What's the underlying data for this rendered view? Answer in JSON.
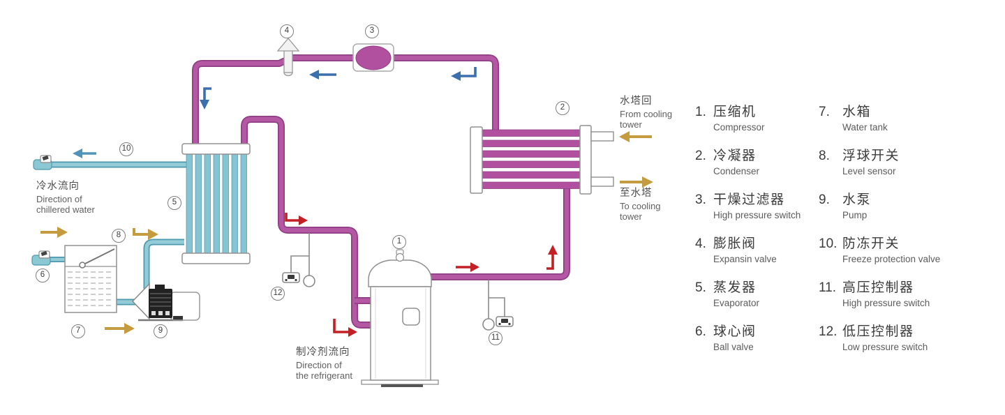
{
  "colors": {
    "pipe_hot": "#b0509e",
    "pipe_hot_edge": "#8f3e85",
    "pipe_cold": "#93cbd7",
    "pipe_cold_edge": "#4d99ae",
    "arrow_blue": "#3c6fae",
    "arrow_red": "#c32026",
    "arrow_tan": "#c49b3f",
    "outline_gray": "#909090"
  },
  "badges": [
    "1",
    "2",
    "3",
    "4",
    "5",
    "6",
    "7",
    "8",
    "9",
    "10",
    "11",
    "12"
  ],
  "flow_labels": {
    "chilled_water": {
      "zh": "冷水流向",
      "line1": "Direction of",
      "line2": "chillered water"
    },
    "refrigerant": {
      "zh": "制冷剂流向",
      "line1": "Direction of",
      "line2": "the refrigerant"
    },
    "from_tower": {
      "zh": "水塔回",
      "line1": "From cooling",
      "line2": "tower"
    },
    "to_tower": {
      "zh": "至水塔",
      "line1": "To cooling",
      "line2": "tower"
    }
  },
  "legend": {
    "column1": [
      {
        "num": "1.",
        "zh": "压缩机",
        "en": "Compressor"
      },
      {
        "num": "2.",
        "zh": "冷凝器",
        "en": "Condenser"
      },
      {
        "num": "3.",
        "zh": "干燥过滤器",
        "en": "High pressure switch"
      },
      {
        "num": "4.",
        "zh": "膨胀阀",
        "en": "Expansin valve"
      },
      {
        "num": "5.",
        "zh": "蒸发器",
        "en": "Evaporator"
      },
      {
        "num": "6.",
        "zh": "球心阀",
        "en": "Ball valve"
      }
    ],
    "column2": [
      {
        "num": "7.",
        "zh": "水箱",
        "en": "Water tank"
      },
      {
        "num": "8.",
        "zh": "浮球开关",
        "en": "Level sensor"
      },
      {
        "num": "9.",
        "zh": "水泵",
        "en": "Pump"
      },
      {
        "num": "10.",
        "zh": "防冻开关",
        "en": "Freeze protection valve"
      },
      {
        "num": "11.",
        "zh": "高压控制器",
        "en": "High pressure switch"
      },
      {
        "num": "12.",
        "zh": "低压控制器",
        "en": "Low pressure switch"
      }
    ]
  }
}
